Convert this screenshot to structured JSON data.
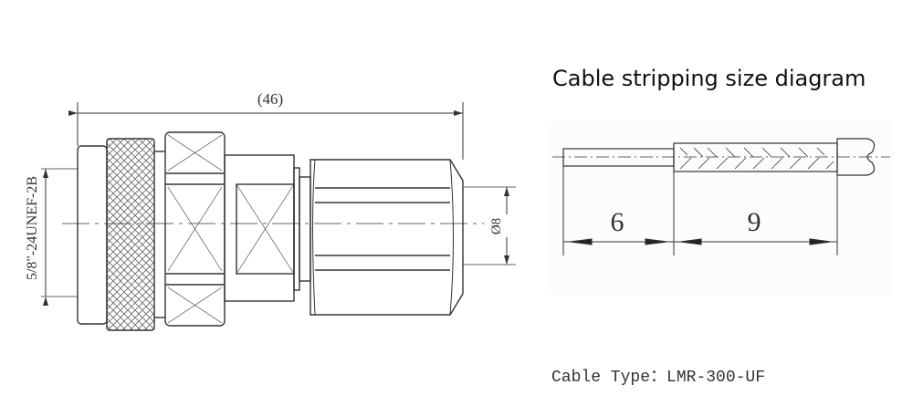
{
  "connector": {
    "overall_length": "(46)",
    "thread": "5/8\"-24UNEF-2B",
    "cable_dia": "Ø8"
  },
  "stripping": {
    "title": "Cable stripping size diagram",
    "dim1": "6",
    "dim2": "9"
  },
  "cable_type": "Cable Type：LMR-300-UF"
}
